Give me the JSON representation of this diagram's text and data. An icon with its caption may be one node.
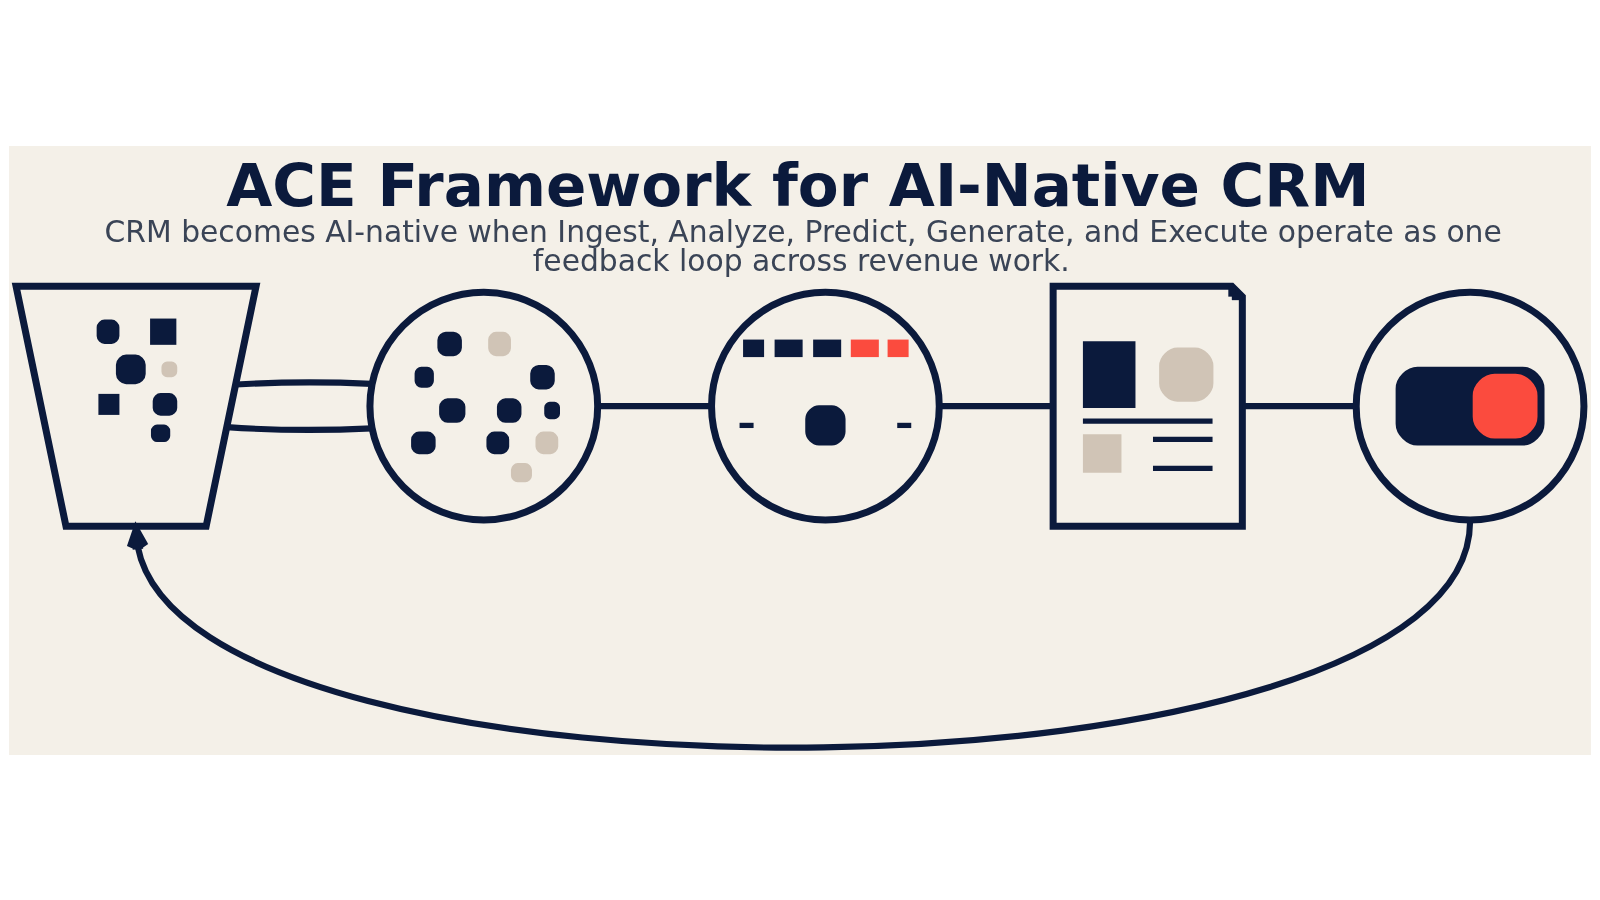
{
  "diagram": {
    "title": "ACE Framework for AI-Native CRM",
    "caption": "CRM becomes AI-native when Ingest, Analyze, Predict, Generate, and Execute operate as one feedback loop across revenue work.",
    "nodes": [
      {
        "text": [],
        "shape": "picture"
      },
      {
        "text": [],
        "shape": "picture"
      },
      {
        "text": [],
        "shape": "picture"
      },
      {
        "text": [],
        "shape": "picture"
      },
      {
        "text": [],
        "shape": "picture"
      }
    ],
    "edges": [
      {
        "from": 0,
        "to": 1,
        "arrow": "none"
      },
      {
        "from": 0,
        "to": 1,
        "arrow": "none"
      },
      {
        "from": 1,
        "to": 2,
        "arrow": "none"
      },
      {
        "from": 2,
        "to": 3,
        "arrow": "none"
      },
      {
        "from": 3,
        "to": 4,
        "arrow": "none"
      },
      {
        "from": 4,
        "to": 0,
        "arrow": "to"
      }
    ]
  }
}
